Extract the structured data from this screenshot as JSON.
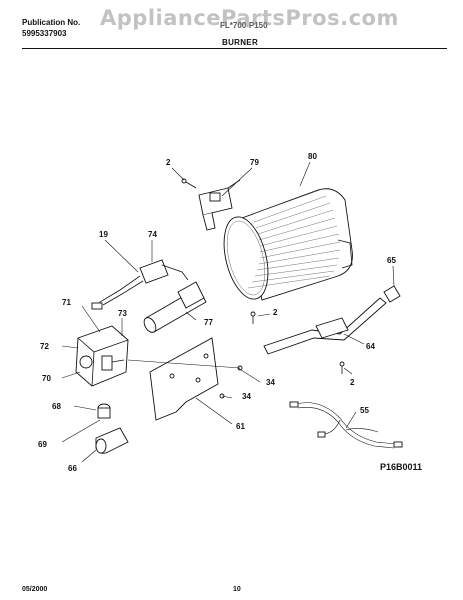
{
  "header": {
    "publication_label": "Publication No.",
    "publication_number": "5995337903",
    "model_text": "FL*700-P150",
    "section_title": "BURNER",
    "watermark": "AppliancePartsPros.com"
  },
  "callouts": [
    {
      "id": "c-2a",
      "label": "2"
    },
    {
      "id": "c-79",
      "label": "79"
    },
    {
      "id": "c-80",
      "label": "80"
    },
    {
      "id": "c-19",
      "label": "19"
    },
    {
      "id": "c-74",
      "label": "74"
    },
    {
      "id": "c-65",
      "label": "65"
    },
    {
      "id": "c-71",
      "label": "71"
    },
    {
      "id": "c-73",
      "label": "73"
    },
    {
      "id": "c-2b",
      "label": "2"
    },
    {
      "id": "c-77",
      "label": "77"
    },
    {
      "id": "c-72",
      "label": "72"
    },
    {
      "id": "c-64",
      "label": "64"
    },
    {
      "id": "c-70",
      "label": "70"
    },
    {
      "id": "c-34a",
      "label": "34"
    },
    {
      "id": "c-2c",
      "label": "2"
    },
    {
      "id": "c-34b",
      "label": "34"
    },
    {
      "id": "c-68",
      "label": "68"
    },
    {
      "id": "c-55",
      "label": "55"
    },
    {
      "id": "c-61",
      "label": "61"
    },
    {
      "id": "c-69",
      "label": "69"
    },
    {
      "id": "c-66",
      "label": "66"
    }
  ],
  "diagram_code": "P16B0011",
  "footer": {
    "date": "05/2000",
    "page_number": "10"
  }
}
